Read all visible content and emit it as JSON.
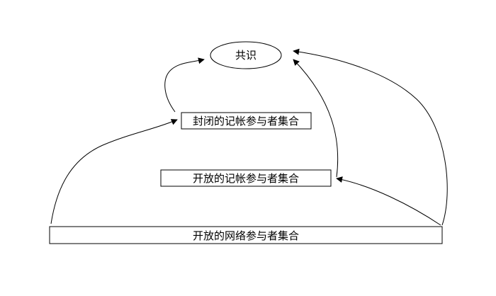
{
  "nodes": {
    "consensus": "共识",
    "closed_ledger": "封闭的记帐参与者集合",
    "open_ledger": "开放的记帐参与者集合",
    "open_network": "开放的网络参与者集合"
  }
}
